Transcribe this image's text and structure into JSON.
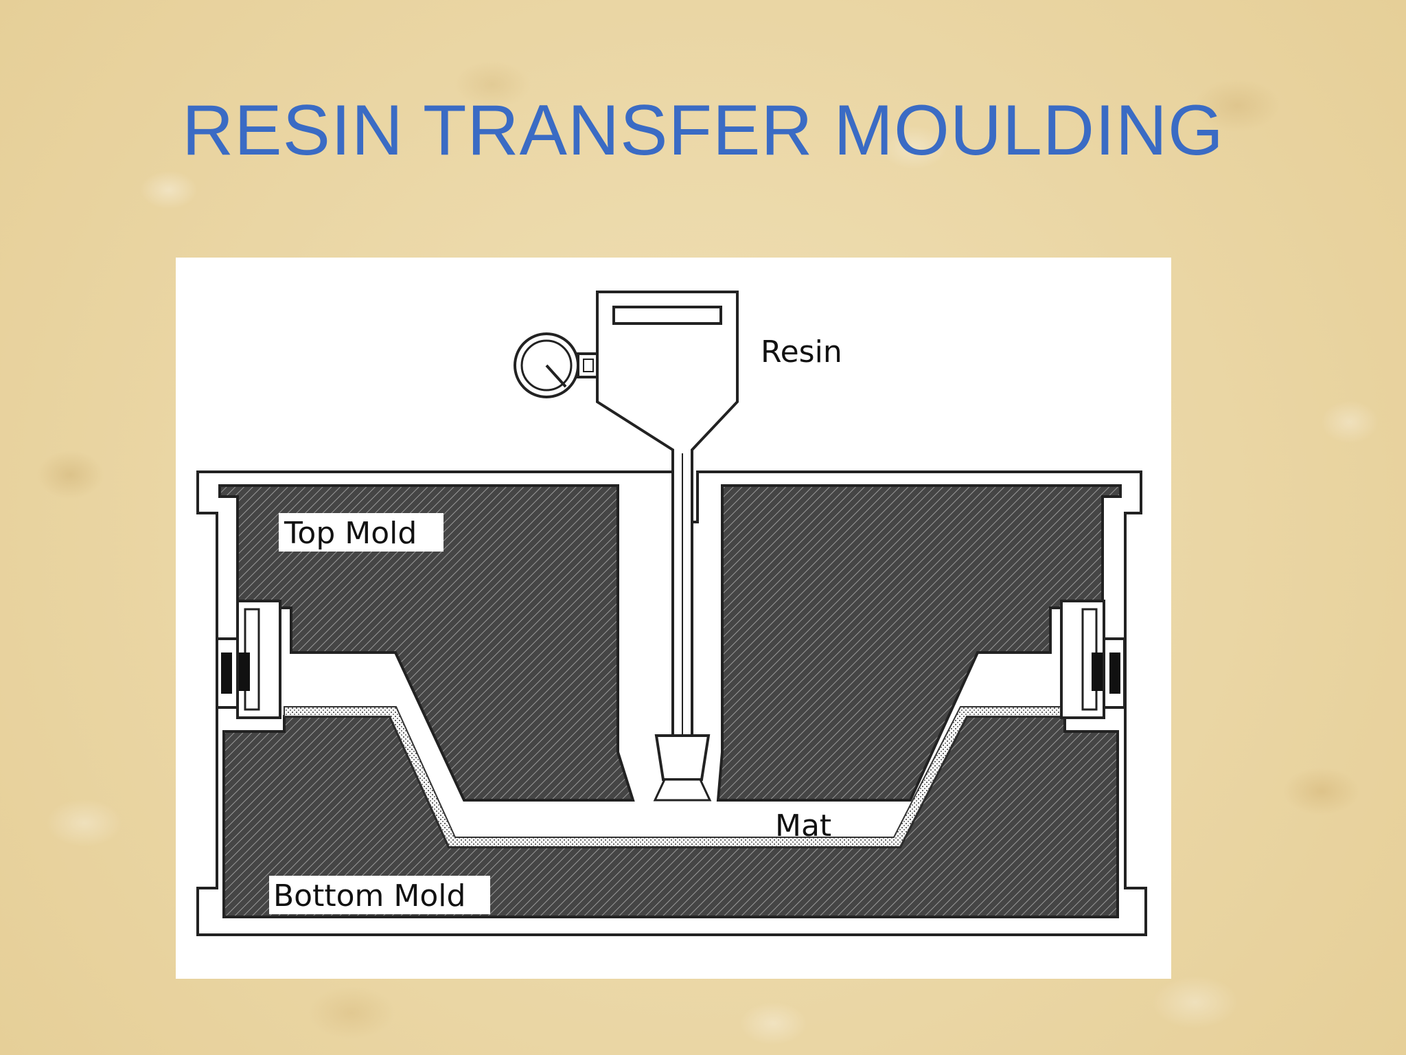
{
  "slide": {
    "title": "RESIN TRANSFER MOULDING"
  },
  "diagram": {
    "labels": {
      "resin": "Resin",
      "top_mold": "Top Mold",
      "mat": "Mat",
      "bottom_mold": "Bottom Mold"
    }
  },
  "colors": {
    "title": "#3a6bc4",
    "mold_fill": "#3a3a3a",
    "background": "#ecd9a8"
  }
}
